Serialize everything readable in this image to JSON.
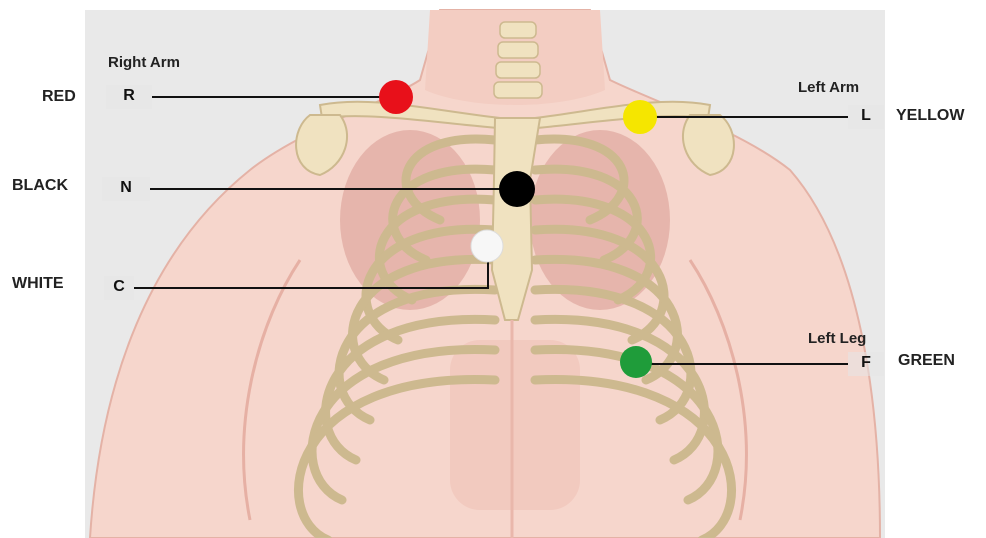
{
  "electrodes": [
    {
      "id": "RA",
      "color_name": "RED",
      "letter": "R",
      "limb": "Right Arm",
      "fill": "#e8101a"
    },
    {
      "id": "LA",
      "color_name": "YELLOW",
      "letter": "L",
      "limb": "Left Arm",
      "fill": "#f5e600"
    },
    {
      "id": "N",
      "color_name": "BLACK",
      "letter": "N",
      "limb": "",
      "fill": "#000000"
    },
    {
      "id": "C",
      "color_name": "WHITE",
      "letter": "C",
      "limb": "",
      "fill": "#f7f7f7"
    },
    {
      "id": "LL",
      "color_name": "GREEN",
      "letter": "F",
      "limb": "Left Leg",
      "fill": "#1f9c3a"
    }
  ],
  "colors": {
    "panel_bg": "#e9e9e9",
    "skin": "#f6d6cc",
    "skin_shadow": "#eab3a8",
    "bone": "#f0e2c0",
    "bone_edge": "#cdb98f",
    "cartilage": "#f4f4f4",
    "muscle": "#c98a84"
  }
}
